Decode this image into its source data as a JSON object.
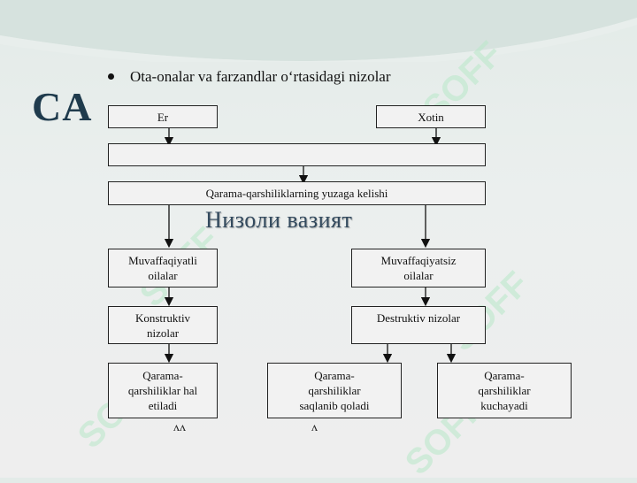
{
  "slide": {
    "bullet_text": "Ota-onalar va farzandlar o‘rtasidagi nizolar",
    "big_title": "CA",
    "heading": "Низоли вазият",
    "watermark_text": "SOFF",
    "footer_left": "ʌʌ",
    "footer_right": "ʌ"
  },
  "diagram": {
    "er": "Er",
    "xotin": "Xotin",
    "merge_box": "",
    "emergence": "Qarama-qarshiliklarning yuzaga kelishi",
    "successful": "Muvaffaqiyatli\noilalar",
    "unsuccessful": "Muvaffaqiyatsiz\noilalar",
    "constructive": "Konstruktiv\nnizolar",
    "destructive": "Destruktiv nizolar",
    "resolved": "Qarama-\nqarshiliklar hal\netiladi",
    "preserved": "Qarama-\nqarshiliklar\nsaqlanib qoladi",
    "intensify": "Qarama-\nqarshiliklar\nkuchayadi"
  },
  "colors": {
    "title": "#1f3b4d",
    "heading": "#334a5e",
    "watermark": "#b9e8c9",
    "top_band": "#dfe8e4"
  }
}
